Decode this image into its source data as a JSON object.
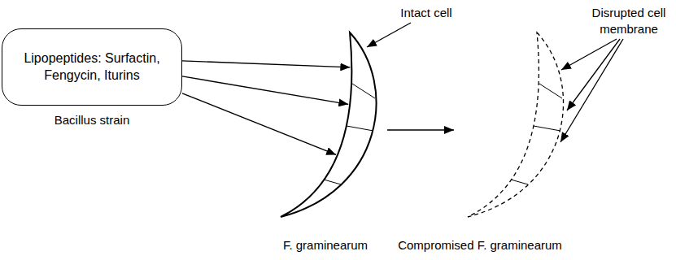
{
  "diagram": {
    "nodes": [
      {
        "text": [
          "Lipopeptides: Surfactin, Fengycin, Iturins",
          "Bacillus strain"
        ]
      },
      {
        "text": [
          "F. graminearum"
        ]
      },
      {
        "text": [
          "Compromised F. graminearum"
        ]
      }
    ],
    "edges": [
      {
        "from": 0,
        "to": 1,
        "arrow": "to"
      },
      {
        "from": 0,
        "to": 1,
        "arrow": "to"
      },
      {
        "from": 0,
        "to": 1,
        "arrow": "to"
      },
      {
        "from": 1,
        "to": 2,
        "arrow": "to"
      }
    ],
    "labels": [
      "Intact cell",
      "Disrupted cell membrane"
    ]
  }
}
